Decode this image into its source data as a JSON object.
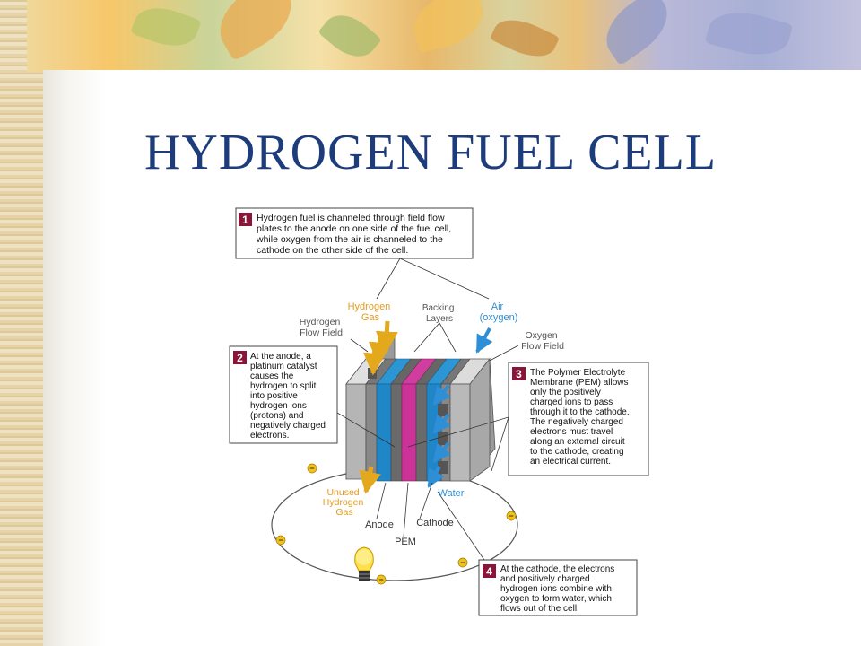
{
  "slide": {
    "title": "HYDROGEN FUEL CELL"
  },
  "callouts": {
    "c1": {
      "number": "1",
      "lines": [
        "Hydrogen fuel is channeled through field flow",
        "plates to the anode on one side of the fuel cell,",
        "while oxygen from the air is channeled to the",
        "cathode on the other side of the cell."
      ]
    },
    "c2": {
      "number": "2",
      "lines": [
        "At the anode, a",
        "platinum catalyst",
        "causes the",
        "hydrogen to split",
        "into positive",
        "hydrogen ions",
        "(protons) and",
        "negatively charged",
        "electrons."
      ]
    },
    "c3": {
      "number": "3",
      "lines": [
        "The Polymer Electrolyte",
        "Membrane (PEM) allows",
        "only the positively",
        "charged ions to pass",
        "through it to the cathode.",
        "The negatively charged",
        "electrons must travel",
        "along an external circuit",
        "to the cathode, creating",
        "an electrical current."
      ]
    },
    "c4": {
      "number": "4",
      "lines": [
        "At the cathode, the electrons",
        "and positively charged",
        "hydrogen ions combine with",
        "oxygen to form water, which",
        "flows out of the cell."
      ]
    }
  },
  "labels": {
    "hydrogen_gas": [
      "Hydrogen",
      "Gas"
    ],
    "backing_layers": [
      "Backing",
      "Layers"
    ],
    "air": [
      "Air",
      "(oxygen)"
    ],
    "hydrogen_flow_field": [
      "Hydrogen",
      "Flow Field"
    ],
    "oxygen_flow_field": [
      "Oxygen",
      "Flow Field"
    ],
    "unused_hydrogen_gas": [
      "Unused",
      "Hydrogen",
      "Gas"
    ],
    "water": "Water",
    "anode": "Anode",
    "cathode": "Cathode",
    "pem": "PEM"
  },
  "electron_symbol": "−",
  "colors": {
    "title": "#1d3c7c",
    "hydrogen_label": "#e39b1c",
    "oxygen_label": "#2f8fd6",
    "callout_number": "#8a1538",
    "pem_layer": "#cc3399",
    "electrode_layer": "#1f86c8",
    "plate": "#8c8c8c"
  }
}
